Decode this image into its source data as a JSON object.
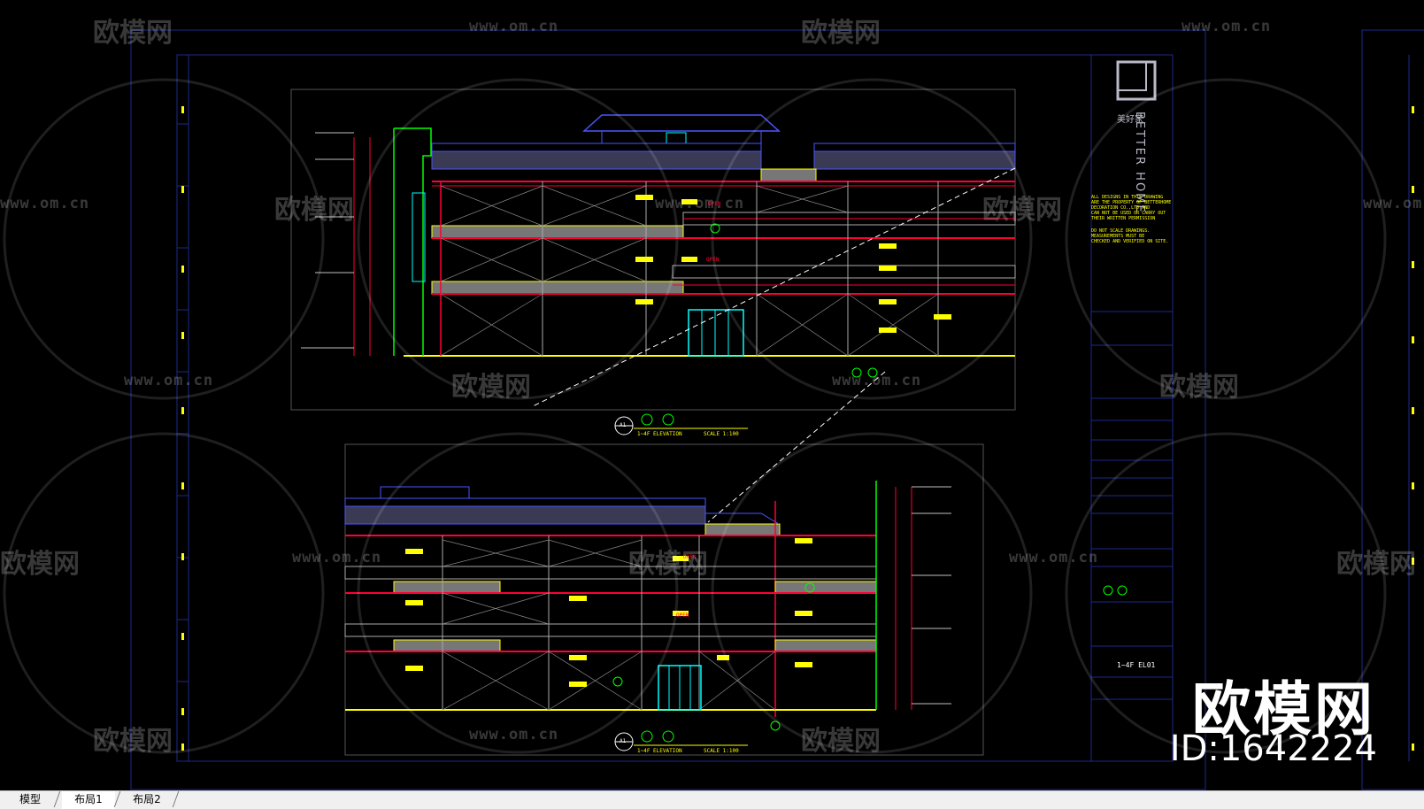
{
  "drawing": {
    "logo_brand": "BETTER HOME",
    "logo_cn": "美好家",
    "title_block_lines": [
      "ALL DESIGNS IN THIS DRAWING",
      "ARE THE PROPERTY OF BETTERHOME",
      "DECORATION CO.,LTD AND",
      "CAN NOT BE USED OR CARRY OUT",
      "THEIR WRITTEN PERMISSION",
      "DO NOT SCALE DRAWINGS.",
      "MEASUREMENTS MUST BE",
      "CHECKED AND VERIFIED ON SITE."
    ],
    "drawing_number": "1~4F EL01",
    "open_label": "OPEN",
    "elevation_label_top": "1~4F ELEVATION",
    "elevation_label_bottom": "1~4F ELEVATION",
    "scale_label": "SCALE 1:100",
    "callout_a1": "A1"
  },
  "watermark": {
    "brand": "欧模网",
    "url": "www.om.cn",
    "id_text": "ID:1642224"
  },
  "tabs": [
    {
      "label": "模型",
      "active": false
    },
    {
      "label": "布局1",
      "active": true
    },
    {
      "label": "布局2",
      "active": false
    }
  ],
  "colors": {
    "frame": "#1c2a8c",
    "yellow": "#ffff00",
    "red": "#ff0033",
    "cyan": "#00ffff",
    "green": "#00ff00",
    "white": "#ffffff",
    "blue_roof": "#4a55ff"
  }
}
